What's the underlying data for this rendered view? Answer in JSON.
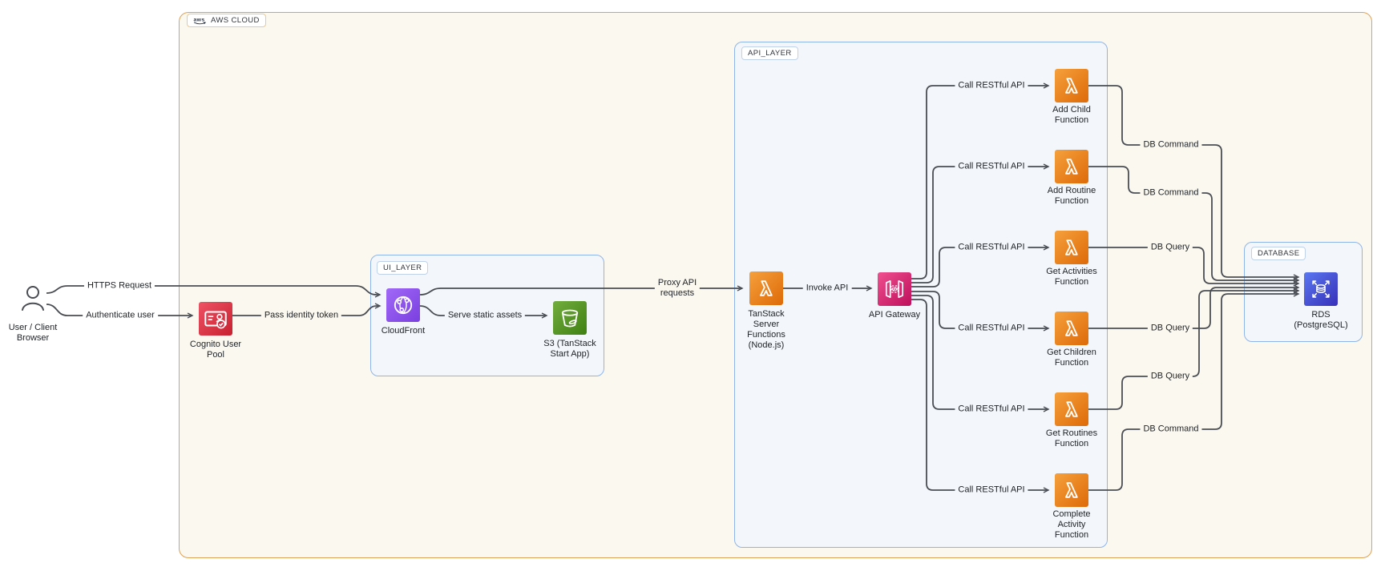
{
  "containers": {
    "aws_cloud": {
      "label": "AWS CLOUD"
    },
    "ui_layer": {
      "label": "UI_LAYER"
    },
    "api_layer": {
      "label": "API_LAYER"
    },
    "database": {
      "label": "DATABASE"
    }
  },
  "nodes": {
    "user": {
      "label": "User / Client\nBrowser"
    },
    "cognito": {
      "label": "Cognito User\nPool"
    },
    "cloudfront": {
      "label": "CloudFront"
    },
    "s3": {
      "label": "S3 (TanStack\nStart App)"
    },
    "tanstack": {
      "label": "TanStack\nServer\nFunctions\n(Node.js)"
    },
    "api_gateway": {
      "label": "API Gateway"
    },
    "functions": [
      {
        "label": "Add Child\nFunction"
      },
      {
        "label": "Add Routine\nFunction"
      },
      {
        "label": "Get Activities\nFunction"
      },
      {
        "label": "Get Children\nFunction"
      },
      {
        "label": "Get Routines\nFunction"
      },
      {
        "label": "Complete\nActivity\nFunction"
      }
    ],
    "rds": {
      "label": "RDS\n(PostgreSQL)"
    }
  },
  "edges": {
    "https_request": {
      "label": "HTTPS Request"
    },
    "authenticate_user": {
      "label": "Authenticate user"
    },
    "pass_identity_token": {
      "label": "Pass identity token"
    },
    "serve_static_assets": {
      "label": "Serve static assets"
    },
    "proxy_api_requests": {
      "label": "Proxy API\nrequests"
    },
    "invoke_api": {
      "label": "Invoke API"
    },
    "call_restful": [
      {
        "label": "Call RESTful API"
      },
      {
        "label": "Call RESTful API"
      },
      {
        "label": "Call RESTful API"
      },
      {
        "label": "Call RESTful API"
      },
      {
        "label": "Call RESTful API"
      },
      {
        "label": "Call RESTful API"
      }
    ],
    "db_ops": [
      {
        "label": "DB Command"
      },
      {
        "label": "DB Command"
      },
      {
        "label": "DB Query"
      },
      {
        "label": "DB Query"
      },
      {
        "label": "DB Query"
      },
      {
        "label": "DB Command"
      }
    ]
  },
  "colors": {
    "aws_border": "#DFA154",
    "aws_fill": "#FBF8EF",
    "layer_border": "#8FB4E8",
    "layer_fill": "#F3F7FC",
    "wire": "#4A4E54",
    "cognito_red": "#DD344C",
    "cloudfront_purple": "#8C4FFF",
    "s3_green": "#5E9C2E",
    "lambda_orange": "#ED7100",
    "api_gateway_pink": "#E7157B",
    "rds_blue": "#3B48CC"
  }
}
